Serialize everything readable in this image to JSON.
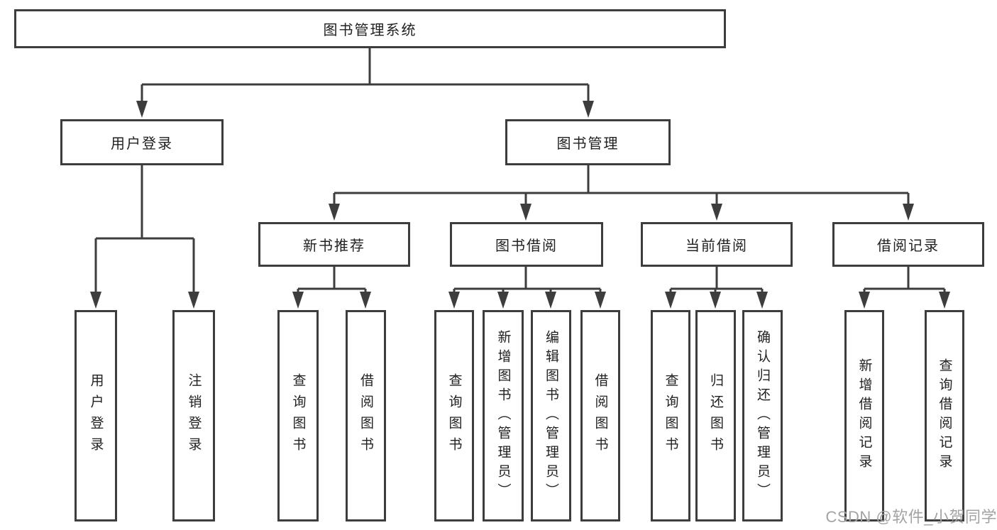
{
  "diagram_type": "hierarchy-tree",
  "tree": {
    "label": "图书管理系统",
    "children": [
      {
        "label": "用户登录",
        "children": [
          {
            "label": "用户登录"
          },
          {
            "label": "注销登录"
          }
        ]
      },
      {
        "label": "图书管理",
        "children": [
          {
            "label": "新书推荐",
            "children": [
              {
                "label": "查询图书"
              },
              {
                "label": "借阅图书"
              }
            ]
          },
          {
            "label": "图书借阅",
            "children": [
              {
                "label": "查询图书"
              },
              {
                "label": "新增图书（管理员）"
              },
              {
                "label": "编辑图书（管理员）"
              },
              {
                "label": "借阅图书"
              }
            ]
          },
          {
            "label": "当前借阅",
            "children": [
              {
                "label": "查询图书"
              },
              {
                "label": "归还图书"
              },
              {
                "label": "确认归还（管理员）"
              }
            ]
          },
          {
            "label": "借阅记录",
            "children": [
              {
                "label": "新增借阅记录"
              },
              {
                "label": "查询借阅记录"
              }
            ]
          }
        ]
      }
    ]
  },
  "watermark": "CSDN @软件_小贺同学",
  "colors": {
    "line": "#3d3d3d",
    "box_border": "#3d3d3d",
    "text": "#212121",
    "watermark": "#a3a3a3",
    "background": "#ffffff"
  }
}
